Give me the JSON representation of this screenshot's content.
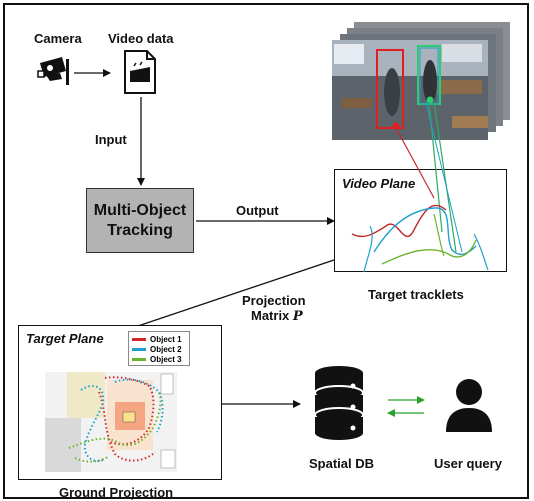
{
  "camera_label": "Camera",
  "video_label": "Video data",
  "input_label": "Input",
  "mot_line1": "Multi-Object",
  "mot_line2": "Tracking",
  "output_label": "Output",
  "video_plane_title": "Video Plane",
  "tracklets_label": "Target tracklets",
  "projection_line1": "Projection",
  "projection_line2": "Matrix",
  "projection_symbol": "P",
  "target_plane_title": "Target Plane",
  "legend": [
    {
      "label": "Object 1",
      "color": "#d62728"
    },
    {
      "label": "Object 2",
      "color": "#1f9fd0"
    },
    {
      "label": "Object 3",
      "color": "#6ab42d"
    }
  ],
  "ground_label": "Ground Projection",
  "spatial_db_label": "Spatial DB",
  "user_query_label": "User query"
}
